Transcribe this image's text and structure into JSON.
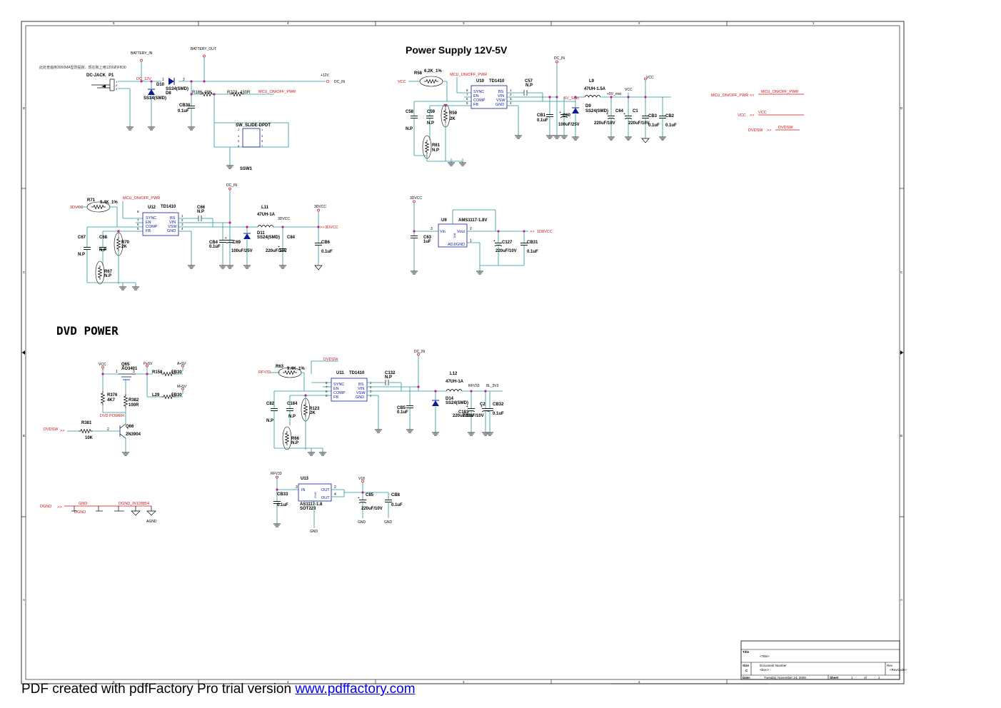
{
  "titles": {
    "power_supply": "Power Supply  12V-5V",
    "dvd_power": "DVD POWER"
  },
  "note": "此处普遍用3000MA型防提耐，现在板上用1206的FB30",
  "border": {
    "cols": [
      "5",
      "4",
      "3",
      "2",
      "1"
    ],
    "rows": [
      "D",
      "C",
      "B",
      "A"
    ]
  },
  "section1": {
    "battery_in": "BATTERY_IN",
    "battery_out": "BATTERY_OUT",
    "dc_jack": "DC-JACK",
    "p1": "P1",
    "dc_12v": "DC_12V",
    "d10": "D10",
    "d10_part": "SS14(SMD)",
    "d8": "D8",
    "d8_part": "SS34(SMD)",
    "plus12v": "+12V",
    "dc_in": "DC_IN",
    "r186": "R186",
    "r186_val": "48K",
    "r223": "R223",
    "r223_val": "430R",
    "mcu_pwr": "MCU_ON/OFF_PWR",
    "cb30": "CB30",
    "cb30_val": "0.1uF",
    "switch": "SW_SLIDE-DPDT",
    "ssw1": "SSW1"
  },
  "section2": {
    "dc_in": "DC_IN",
    "vcc": "VCC",
    "mcu_pwr": "MCU_ON/OFF_PWR",
    "r58": "R58",
    "r58_val": "6.2K_1%",
    "u10": "U10",
    "u10_part": "TD1410",
    "pins_left": [
      "SYNC",
      "EN",
      "COMP",
      "FB"
    ],
    "pins_right": [
      "BS",
      "VIN",
      "VSW",
      "GND"
    ],
    "c57": "C57",
    "c57_val": "N.P",
    "l9": "L9",
    "l9_val": "47UH-1.5A",
    "d9": "D9",
    "d9_part": "SS24(SMD)",
    "net_5v": "5V_Stan",
    "net_5v_mst": "+5V_mst",
    "cb1": "CB1",
    "cb1_val": "0.1uF",
    "c60": "C60",
    "c60_val": "100uF/25V",
    "c64": "C64",
    "c64_val": "220uF/10V",
    "c1": "C1",
    "c1_val": "220uF/10V",
    "cb3": "CB3",
    "cb3_val": "0.1uF",
    "cb2": "CB2",
    "cb2_val": "0.1uF",
    "c58": "C58",
    "c58_val": "N.P",
    "c59": "C59",
    "c59_val": "N.P",
    "r59": "R59",
    "r59_val": "2K",
    "r61": "R61",
    "r61_val": "N.P",
    "vcc2": "VCC"
  },
  "offpage": {
    "mcu": "MCU_ON/OFF_PWR",
    "vcc": "VCC",
    "dvdsw": "DVDSW"
  },
  "section3": {
    "dc_in": "DC_IN",
    "net_3dvcc": "3DVCC",
    "r71": "R71",
    "r71_val": "9.4K_1%",
    "mcu_pwr": "MCU_ON/OFF_PWR",
    "u12": "U12",
    "u12_part": "TD1410",
    "c66": "C66",
    "c66_val": "N.P",
    "l11": "L11",
    "l11_val": "47UH-1A",
    "d11": "D11",
    "d11_part": "SS24(SMD)",
    "cb4": "CB4",
    "cb4_val": "0.1uF",
    "c69": "C69",
    "c69_val": "100uF/25V",
    "c84": "C84",
    "c84_val": "220uF/10V",
    "cb6": "CB6",
    "cb6_val": "0.1uF",
    "c67": "C67",
    "c67_val": "N.P",
    "c68": "C68",
    "c68_val": "N.P",
    "r70": "R70",
    "r70_val": "2K",
    "r67": "R67",
    "r67_val": "N.P"
  },
  "section4": {
    "net_3dvcc": "3DVCC",
    "u9": "U9",
    "u9_part": "AMS1117-1.8V",
    "vin": "Vin",
    "vout": "Vout",
    "adj": "ADJ/GND",
    "tab": "TAB",
    "net_1d8": "1D8VCC",
    "c63": "C63",
    "c63_val": "1uF",
    "c127": "C127",
    "c127_val": "220uF/10V",
    "cb31": "CB31",
    "cb31_val": "0.1uF"
  },
  "section5": {
    "vcc": "VCC",
    "q65": "Q65",
    "q65_part": "AO3401",
    "p5v": "P+5V",
    "a5v": "A+5V",
    "m5v": "M+5V",
    "r158": "R158",
    "l29": "L29",
    "fb30": "FB30",
    "r376": "R376",
    "r376_val": "4K7",
    "r382": "R382",
    "r382_val": "100R",
    "dvd_power": "DVD POWER",
    "q66": "Q66",
    "q66_part": "2N3904",
    "r381": "R381",
    "r381_val": "10K",
    "dvdsw": "DVDSW"
  },
  "section6": {
    "dvdsw": "DVDSW",
    "dc_in": "DC_IN",
    "rfv33_in": "RFV33",
    "r63": "R63",
    "r63_val": "9.4K_1%",
    "u11": "U11",
    "u11_part": "TD1410",
    "c132": "C132",
    "c132_val": "N.P",
    "l12": "L12",
    "l12_val": "47UH-1A",
    "rfv33": "RFV33",
    "net_8l3v3": "8L_3V3",
    "d14": "D14",
    "d14_part": "SS24(SMD)",
    "cb5": "CB5",
    "cb5_val": "0.1uF",
    "c183": "C183",
    "c183_val": "220uF/10V",
    "c2": "C2",
    "c2_val": "220uF/10V",
    "cb32": "CB32",
    "cb32_val": "0.1uF",
    "c82": "C82",
    "c82_val": "N.P",
    "c184": "C184",
    "c184_val": "N.P",
    "r123": "R123",
    "r123_val": "2K",
    "r66": "R66",
    "r66_val": "N.P"
  },
  "section7": {
    "rfv33": "RFV33",
    "u13": "U13",
    "in": "IN",
    "out1": "OUT",
    "out2": "OUT",
    "gnd_pin": "GND",
    "u13_part": "AS1117-1.8",
    "u13_pkg": "SOT223",
    "v18": "V18",
    "cb33": "CB33",
    "cb33_val": "0.1uF",
    "c85": "C85",
    "c85_val": "220uF/10V",
    "cb8": "CB8",
    "cb8_val": "0.1uF",
    "gnd": "GND"
  },
  "grounds": {
    "dgnd": "DGND",
    "gnd": "GND",
    "dgnd2": "DGND",
    "dgnd_in": "DGND_IN128854",
    "agnd": "AGND"
  },
  "titleblock": {
    "title_lbl": "Title",
    "title_val": "<Title>",
    "size_lbl": "Size",
    "size_val": "C",
    "docnum_lbl": "Document Number",
    "docnum_val": "<Doc>",
    "rev_lbl": "Rev",
    "rev_val": "<RevCode>",
    "date_lbl": "Date:",
    "date_val": "Tuesday, November 24, 2009",
    "sheet_lbl": "Sheet",
    "sheet_num": "1",
    "of_lbl": "of",
    "sheet_total": "1"
  },
  "footer": {
    "text": "PDF created with pdfFactory Pro trial version ",
    "link": "www.pdffactory.com"
  }
}
